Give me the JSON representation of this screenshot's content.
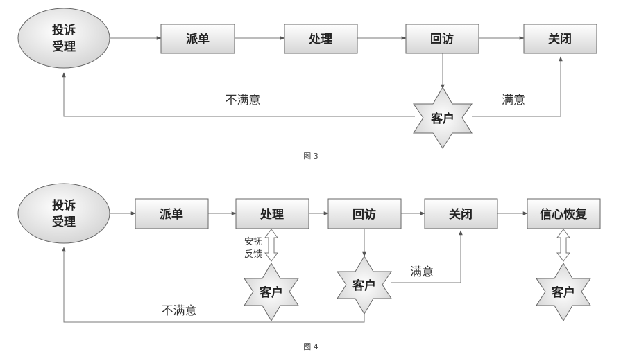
{
  "figure3": {
    "caption": "图 3",
    "nodes": {
      "complaint_line1": "投诉",
      "complaint_line2": "受理",
      "dispatch": "派单",
      "process": "处理",
      "revisit": "回访",
      "close": "关闭",
      "customer": "客户"
    },
    "edges": {
      "unsatisfied": "不满意",
      "satisfied": "满意"
    }
  },
  "figure4": {
    "caption": "图 4",
    "nodes": {
      "complaint_line1": "投诉",
      "complaint_line2": "受理",
      "dispatch": "派单",
      "process": "处理",
      "revisit": "回访",
      "close": "关闭",
      "trust_recovery": "信心恢复",
      "customer_process": "客户",
      "customer_revisit": "客户",
      "customer_trust": "客户"
    },
    "edges": {
      "comfort_line1": "安抚",
      "comfort_line2": "反馈",
      "satisfied": "满意",
      "unsatisfied": "不满意"
    }
  }
}
